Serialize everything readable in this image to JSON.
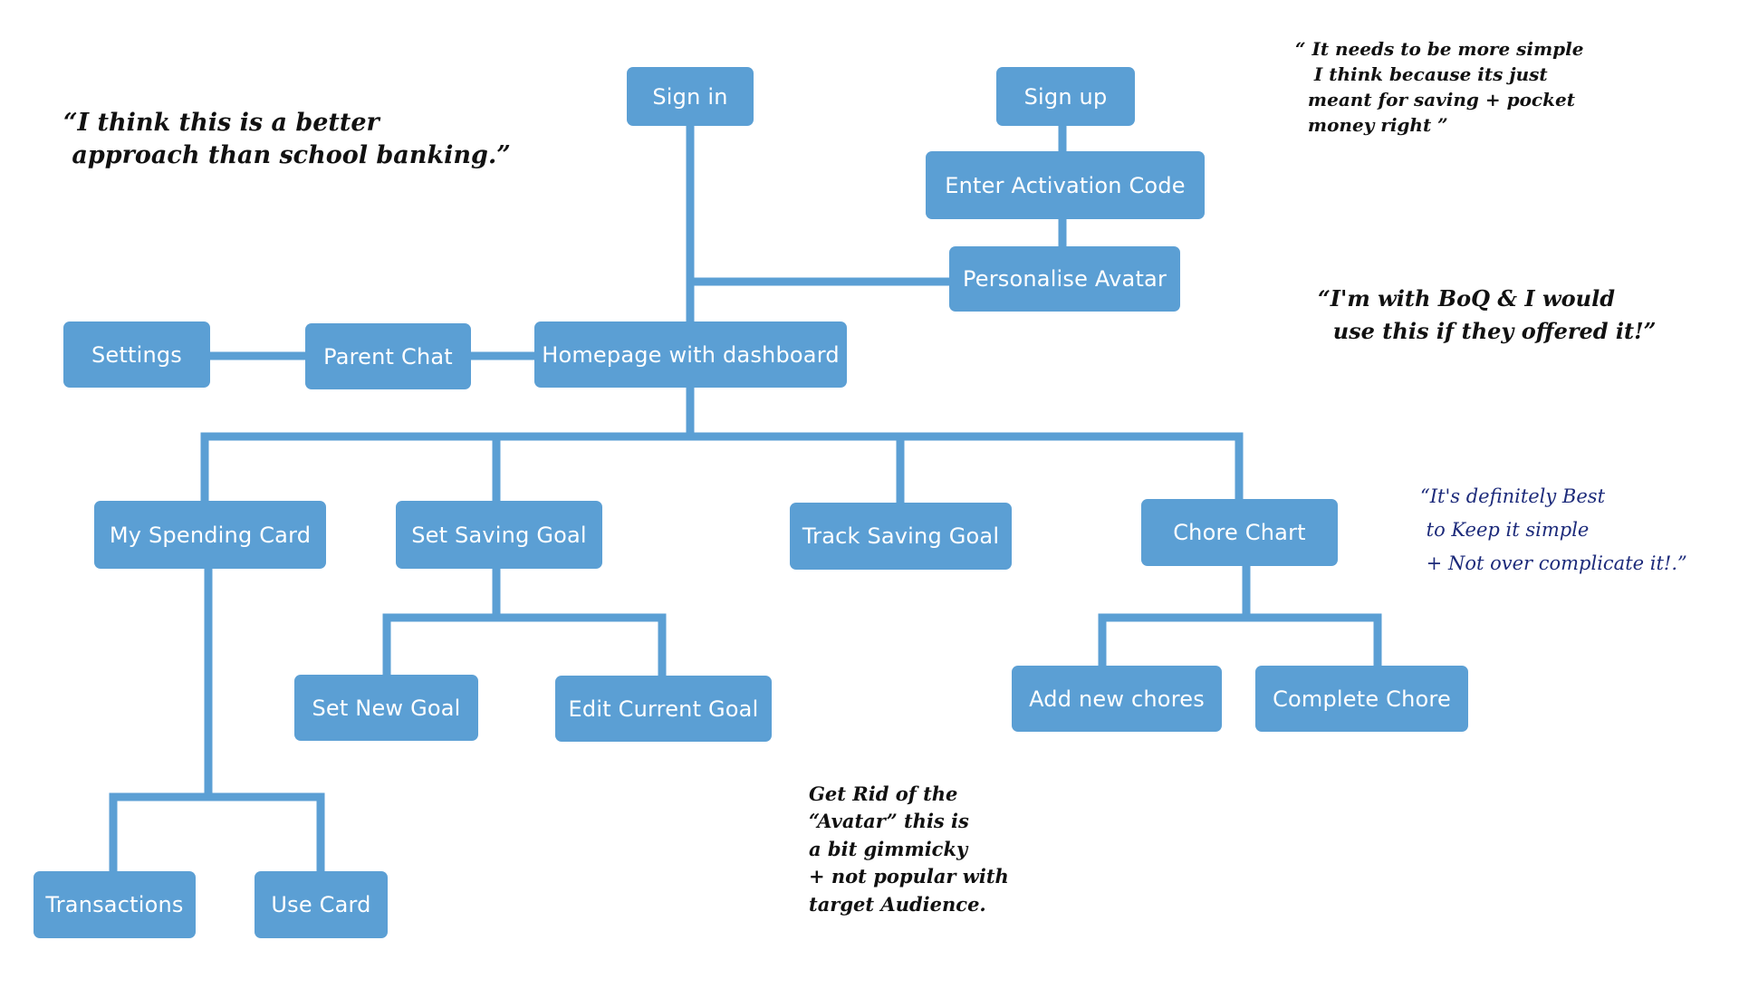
{
  "colors": {
    "node_fill": "#5b9fd4",
    "connector": "#5b9fd4",
    "node_text": "#ffffff",
    "note_black": "#111111",
    "note_blue": "#1c2a7a"
  },
  "nodes": {
    "sign_in": "Sign in",
    "sign_up": "Sign up",
    "enter_activation_code": "Enter Activation Code",
    "personalise_avatar": "Personalise Avatar",
    "settings": "Settings",
    "parent_chat": "Parent Chat",
    "homepage": "Homepage with dashboard",
    "my_spending_card": "My Spending Card",
    "set_saving_goal": "Set Saving Goal",
    "track_saving_goal": "Track Saving Goal",
    "chore_chart": "Chore Chart",
    "set_new_goal": "Set New Goal",
    "edit_current_goal": "Edit Current Goal",
    "add_new_chores": "Add new chores",
    "complete_chore": "Complete Chore",
    "transactions": "Transactions",
    "use_card": "Use Card"
  },
  "notes": {
    "school_banking": "“I think this is a better\n approach than school banking.”",
    "more_simple": "“ It needs to be more simple\n   I think because its just\n  meant for saving + pocket\n  money right ”",
    "boq": "“I'm with BoQ & I would\n  use this if they offered it!”",
    "keep_simple": "“It's definitely Best\n to Keep it simple\n + Not over complicate it!.”",
    "avatar": "Get Rid of the\n“Avatar” this is\na bit gimmicky\n+ not popular with\ntarget Audience."
  }
}
